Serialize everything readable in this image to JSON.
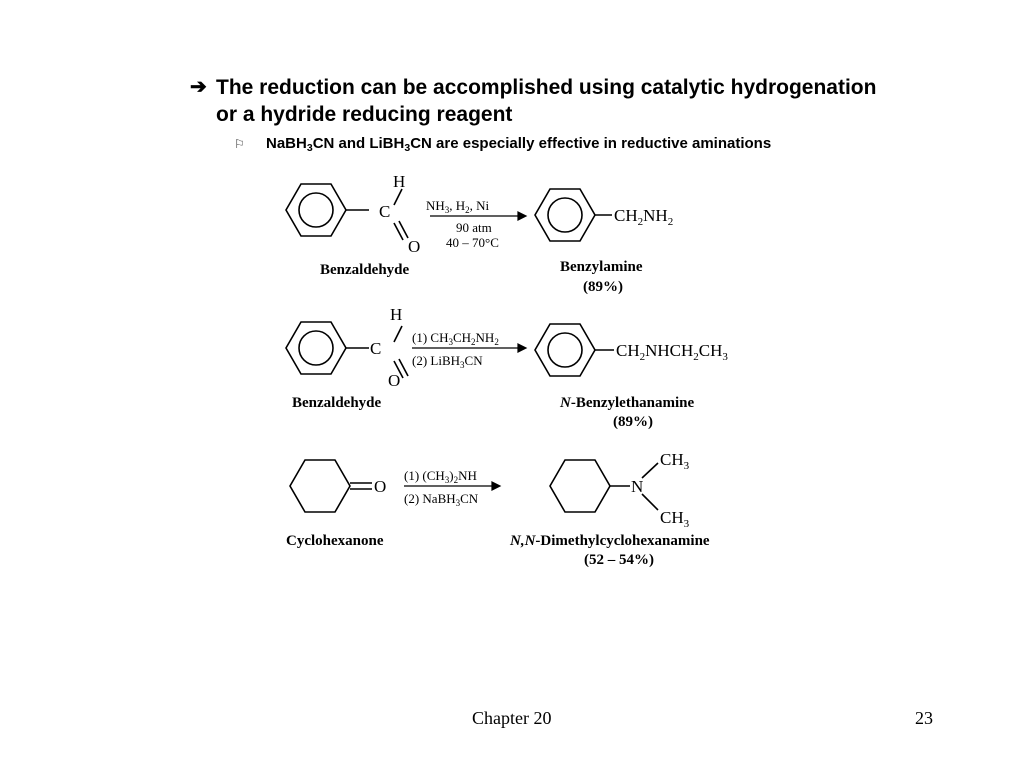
{
  "slide": {
    "bullet1": {
      "marker": "➔",
      "line1": "The reduction can be accomplished using catalytic hydrogenation",
      "line2": "or a hydride reducing reagent"
    },
    "bullet2": {
      "marker": "⚐",
      "parts": [
        "NaBH",
        "3",
        "CN and LiBH",
        "3",
        "CN are especially effective in reductive aminations"
      ]
    },
    "reactions": [
      {
        "reactant_atoms": [
          "H",
          "C",
          "O"
        ],
        "reactant_name": "Benzaldehyde",
        "conditions": [
          "NH3, H2, Ni",
          "90 atm",
          "40 – 70°C"
        ],
        "product_formula": "CH2NH2",
        "product_name": "Benzylamine",
        "yield": "(89%)"
      },
      {
        "reactant_atoms": [
          "H",
          "C",
          "O"
        ],
        "reactant_name": "Benzaldehyde",
        "conditions": [
          "(1)  CH3CH2NH2",
          "(2)  LiBH3CN"
        ],
        "product_formula": "CH2NHCH2CH3",
        "product_name_italic": "N",
        "product_name": "-Benzylethanamine",
        "yield": "(89%)"
      },
      {
        "reactant_atoms": [
          "O"
        ],
        "reactant_name": "Cyclohexanone",
        "conditions": [
          "(1)  (CH3)2NH",
          "(2)  NaBH3CN"
        ],
        "product_atoms": [
          "N",
          "CH3",
          "CH3"
        ],
        "product_name_italic": "N,N",
        "product_name": "-Dimethylcyclohexanamine",
        "yield": "(52 – 54%)"
      }
    ],
    "footer": {
      "chapter": "Chapter 20",
      "page": "23"
    }
  }
}
